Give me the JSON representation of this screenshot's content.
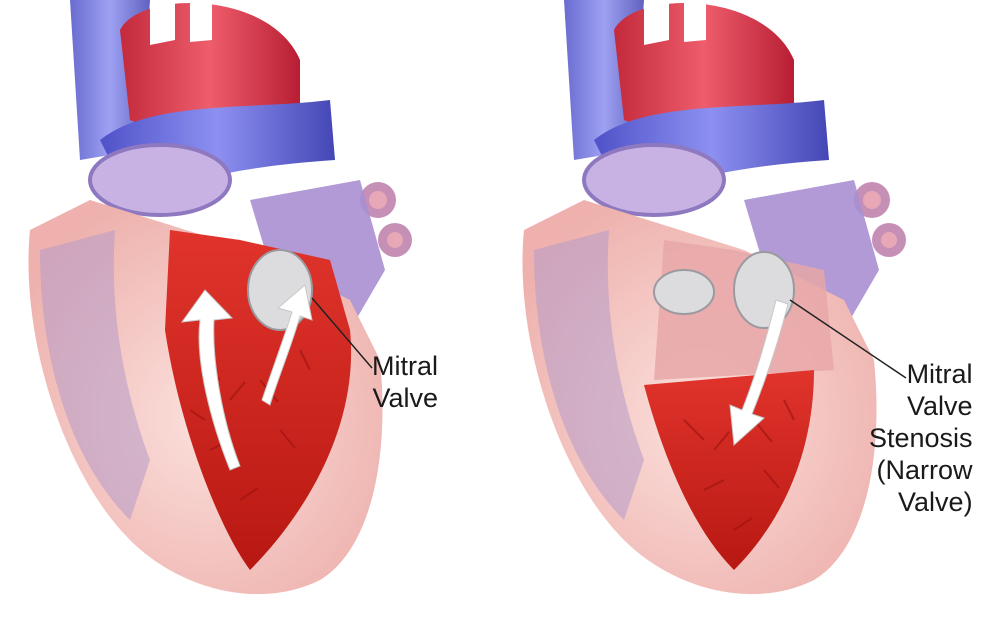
{
  "panels": [
    {
      "label_lines": [
        "Mitral",
        "Valve"
      ]
    },
    {
      "label_lines": [
        "Mitral",
        "Valve",
        "Stenosis",
        "(Narrow",
        "Valve)"
      ]
    }
  ],
  "colors": {
    "background": "#ffffff",
    "heart_outer": "#f6c3bf",
    "heart_muscle": "#d22a24",
    "heart_muscle_dark": "#a8140f",
    "aorta": "#d63c4c",
    "vena_cava": "#6b6fe0",
    "atrium_purple": "#b9a4d8",
    "valve": "#d6d6d8",
    "arrow": "#ffffff",
    "leader_line": "#222222"
  },
  "icons": [
    "flow-arrow-icon",
    "valve-icon",
    "leader-line-icon"
  ]
}
